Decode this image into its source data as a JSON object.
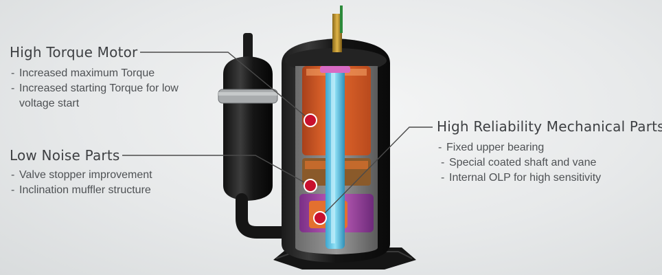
{
  "callouts": {
    "motor": {
      "title": "High Torque Motor",
      "items": [
        "Increased maximum Torque",
        "Increased starting Torque for low",
        "voltage start"
      ]
    },
    "noise": {
      "title": "Low Noise Parts",
      "items": [
        "Valve stopper improvement",
        "Inclination muffler structure"
      ]
    },
    "mechanical": {
      "title": "High Reliability Mechanical Parts",
      "items": [
        "Fixed upper bearing",
        "Special coated shaft and vane",
        "Internal OLP for high sensitivity"
      ]
    }
  },
  "colors": {
    "marker": "#c8102e",
    "motor_winding": "#e2622b",
    "shaft": "#6fc7e8",
    "cylinder": "#b04fa8"
  }
}
